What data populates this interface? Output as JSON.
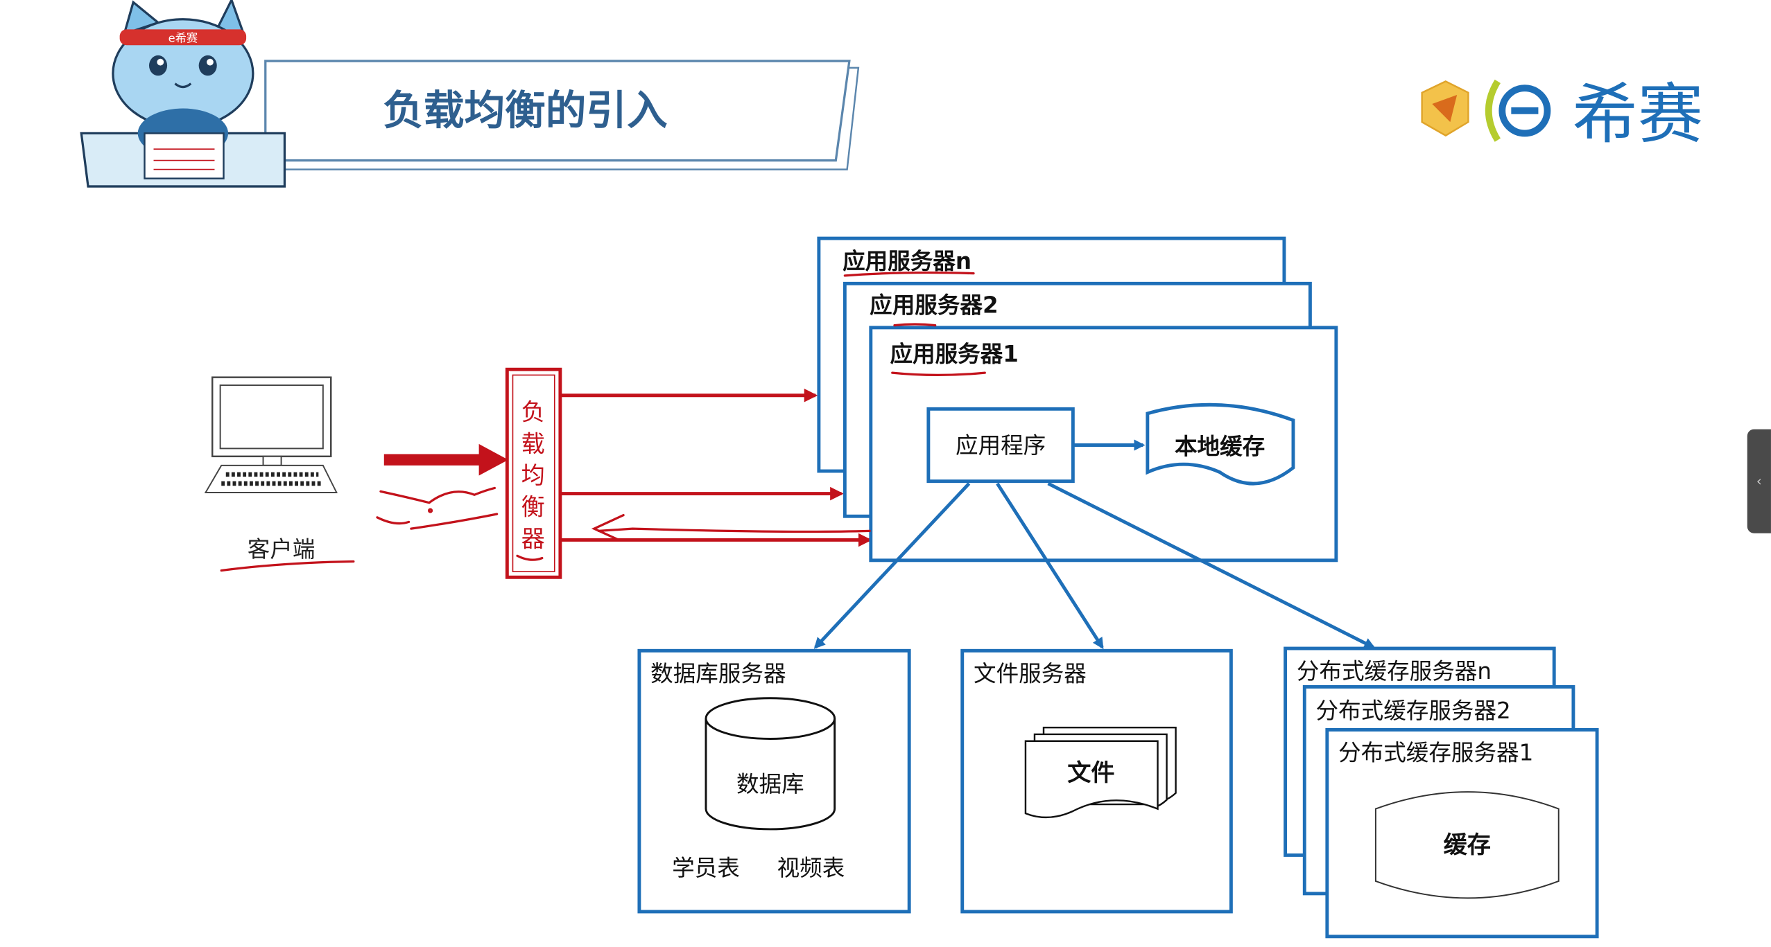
{
  "slide": {
    "title": "负载均衡的引入",
    "mascot_band": "e希赛"
  },
  "logo": {
    "text": "希赛",
    "brand_colors": [
      "#f0b42a",
      "#b5cc2e",
      "#1e6fb8"
    ]
  },
  "diagram": {
    "client_label": "客户端",
    "load_balancer_label": [
      "负",
      "载",
      "均",
      "衡",
      "器"
    ],
    "app_servers": [
      "应用服务器n",
      "应用服务器2",
      "应用服务器1"
    ],
    "app_program": "应用程序",
    "local_cache": "本地缓存",
    "db_server": {
      "title": "数据库服务器",
      "db_label": "数据库",
      "tables": [
        "学员表",
        "视频表"
      ]
    },
    "file_server": {
      "title": "文件服务器",
      "file_label": "文件"
    },
    "cache_servers": {
      "titles": [
        "分布式缓存服务器n",
        "分布式缓存服务器2",
        "分布式缓存服务器1"
      ],
      "cache_label": "缓存"
    }
  },
  "side_tab": {
    "glyph": "‹"
  },
  "colors": {
    "blue": "#1e6fb8",
    "red": "#c3121b",
    "title_text": "#2e5f8f",
    "header_band": "#5b86ad"
  }
}
